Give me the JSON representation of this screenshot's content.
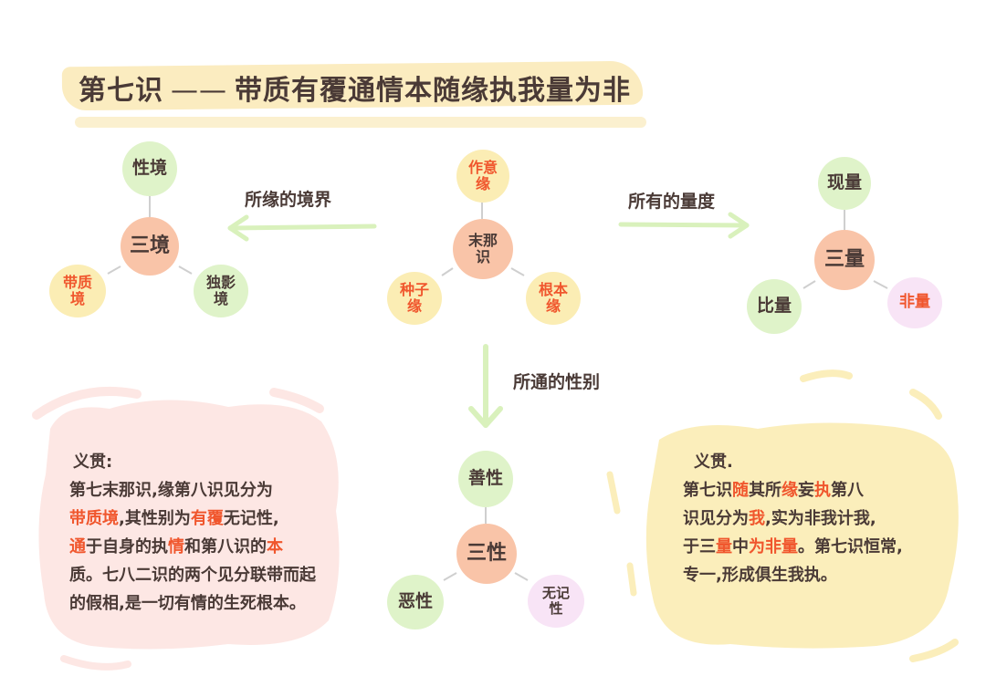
{
  "title": {
    "main": "第七识",
    "dash": "——",
    "sub": "带质有覆通情本随缘执我量为非"
  },
  "left_cluster": {
    "center": "三境",
    "top": "性境",
    "left": "带质\n境",
    "right": "独影\n境",
    "arrow_label": "所缘的境界"
  },
  "middle_cluster": {
    "center": "末那\n识",
    "top": "作意\n缘",
    "left": "种子\n缘",
    "right": "根本\n缘",
    "down_label": "所通的性别"
  },
  "right_cluster": {
    "center": "三量",
    "top": "现量",
    "left": "比量",
    "right": "非量",
    "arrow_label": "所有的量度"
  },
  "bottom_cluster": {
    "center": "三性",
    "top": "善性",
    "left": "恶性",
    "right": "无记\n性"
  },
  "left_note": {
    "heading": "义贯:",
    "l1": "第七末那识,缘第八识见分为",
    "l2a": "带质境",
    "l2b": ",其性别为",
    "l2c": "有覆",
    "l2d": "无记性,",
    "l3a": "通",
    "l3b": "于自身的执",
    "l3c": "情",
    "l3d": "和第八识的",
    "l3e": "本",
    "l4": "质。七八二识的两个见分联带而起",
    "l5": "的假相,是一切有情的生死根本。"
  },
  "right_note": {
    "heading": "义贯.",
    "l1a": "第七识",
    "l1b": "随",
    "l1c": "其所",
    "l1d": "缘",
    "l1e": "妄",
    "l1f": "执",
    "l1g": "第八",
    "l2a": "识见分为",
    "l2b": "我",
    "l2c": ",实为非我计我,",
    "l3a": "于三",
    "l3b": "量",
    "l3c": "中",
    "l3d": "为非",
    "l3e": "量",
    "l3f": "。第七识恒常,",
    "l4": "专一,形成俱生我执。"
  },
  "colors": {
    "center_node": "#f9c4a8",
    "green_node": "#dff3c9",
    "yellow_node": "#fbedb4",
    "pink_node": "#f8e4f6",
    "highlight_text": "#f0562d",
    "arrow_green": "#d9f1bc",
    "title_band": "#fbecc0"
  }
}
